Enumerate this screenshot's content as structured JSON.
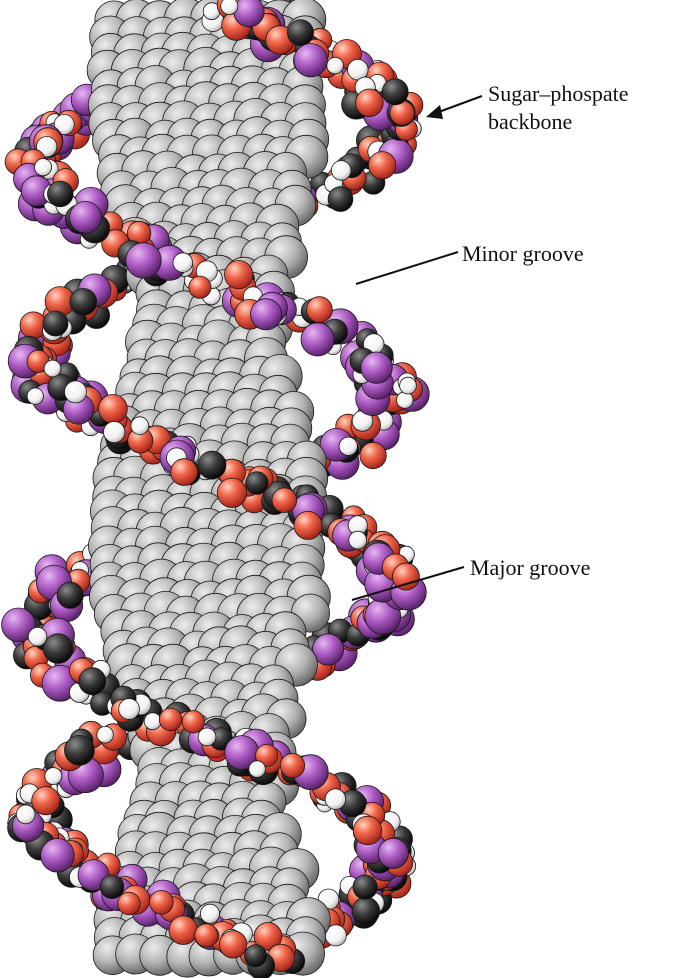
{
  "labels": {
    "backbone_line1": "Sugar–phospate",
    "backbone_line2": "backbone",
    "minor_groove": "Minor groove",
    "major_groove": "Major groove"
  },
  "atom_colors": {
    "base": "#a9a9a9",
    "oxygen": "#e4553a",
    "phosphorus": "#a454b8",
    "carbon": "#2e2e2e",
    "hydrogen": "#ffffff"
  }
}
